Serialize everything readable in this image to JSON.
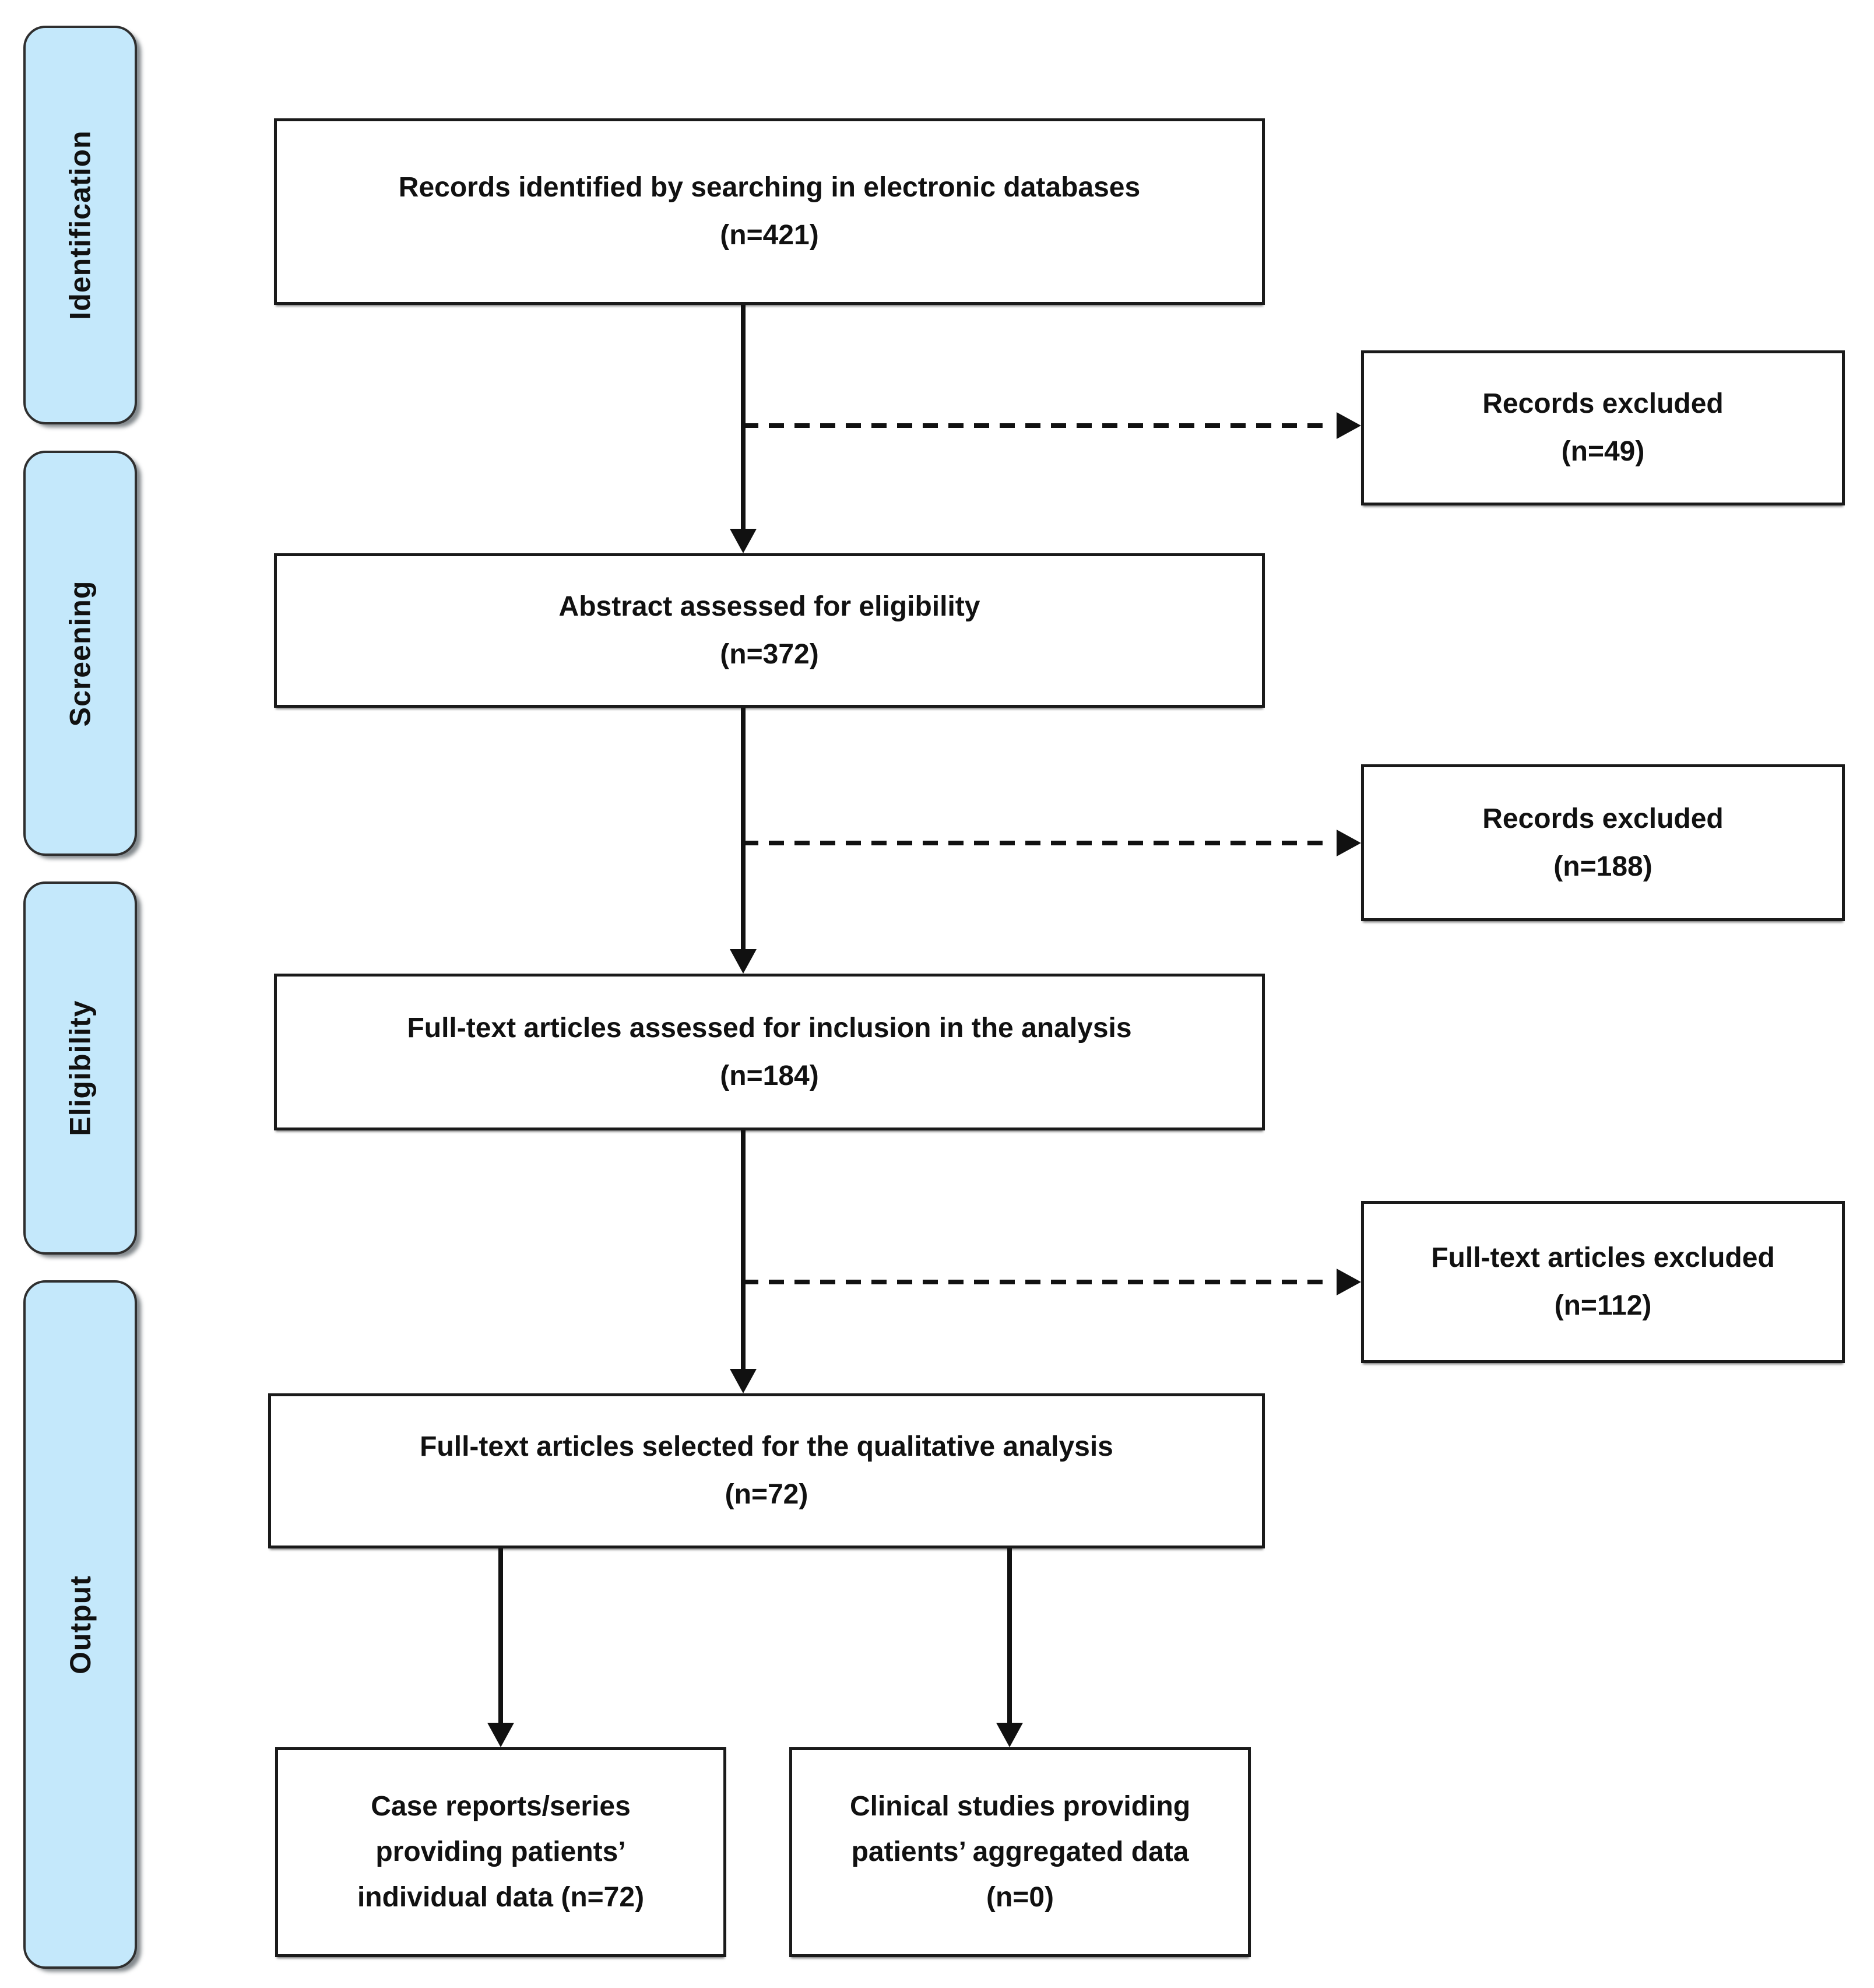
{
  "phases": [
    {
      "label": "Identification"
    },
    {
      "label": "Screening"
    },
    {
      "label": "Eligibility"
    },
    {
      "label": "Output"
    }
  ],
  "flow": [
    {
      "text": "Records identified by searching in electronic databases",
      "n": "(n=421)"
    },
    {
      "text": "Abstract assessed for eligibility",
      "n": "(n=372)"
    },
    {
      "text": "Full-text articles assessed for inclusion in the analysis",
      "n": "(n=184)"
    },
    {
      "text": "Full-text articles selected for the qualitative analysis",
      "n": "(n=72)"
    }
  ],
  "excluded": [
    {
      "text": "Records excluded",
      "n": "(n=49)"
    },
    {
      "text": "Records excluded",
      "n": "(n=188)"
    },
    {
      "text": "Full-text articles excluded",
      "n": "(n=112)"
    }
  ],
  "outputs": [
    {
      "lines": [
        "Case reports/series",
        "providing patients’",
        "individual data (n=72)"
      ]
    },
    {
      "lines": [
        "Clinical studies providing",
        "patients’ aggregated data",
        "(n=0)"
      ]
    }
  ],
  "colors": {
    "phase_fill": "#c4e8fb",
    "phase_border": "#2f2f2f",
    "box_border": "#1a1a1a",
    "box_fill": "#ffffff",
    "text": "#111111",
    "arrow": "#111111",
    "background": "#ffffff"
  }
}
